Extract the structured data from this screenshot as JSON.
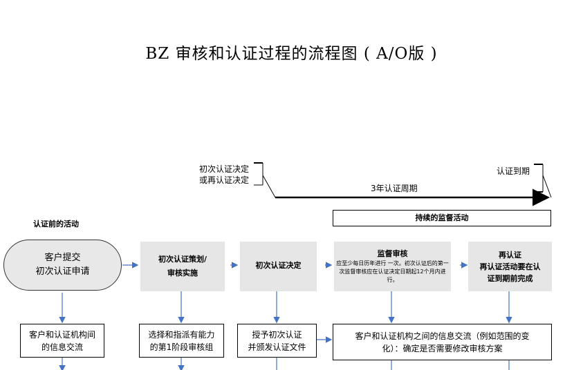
{
  "title": "BZ 审核和认证过程的流程图 ( A/O版 )",
  "timeline": {
    "start_line1": "初次认证决定",
    "start_line2": "或再认证决定",
    "end": "认证到期",
    "period": "3年认证周期",
    "surveillance": "持续的监督活动"
  },
  "pre_label": "认证前的活动",
  "steps": [
    {
      "line1": "客户提交",
      "line2": "初次认证申请"
    },
    {
      "line1": "初次认证策划/",
      "line2": "审核实施"
    },
    {
      "line1": "初次认证决定"
    },
    {
      "heading": "监督审核",
      "body": "应至少每日历年进行 一次。初次认证后的第一次监督审核应在认证决定日期起12个月内进行。"
    },
    {
      "heading": "再认证",
      "line1": "再认证活动要在认",
      "line2": "证到期前完成"
    }
  ],
  "outputs": [
    {
      "line1": "客户和认证机构间",
      "line2": "的信息交流"
    },
    {
      "line1": "选择和指派有能力",
      "line2": "的第1阶段审核组"
    },
    {
      "line1": "授予初次认证",
      "line2": "并颁发认证文件"
    },
    {
      "line1": "客户和认证机构之间的信息交流（例如范围的变",
      "line2": "化）：确定是否需要修改审核方案"
    }
  ],
  "colors": {
    "arrow": "#4472c4",
    "box_fill": "#e6e6e6"
  }
}
